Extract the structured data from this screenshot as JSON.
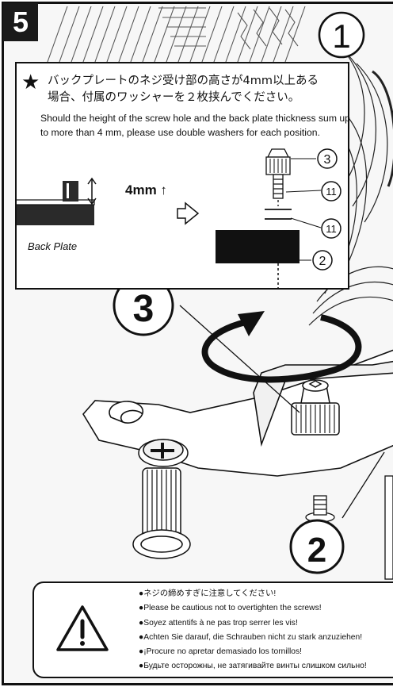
{
  "step": {
    "number": "5"
  },
  "callouts": {
    "top_right": "1",
    "screw_left": "3",
    "bottom": "2",
    "part_screw": "3",
    "part_washer_1": "11",
    "part_washer_2": "11",
    "part_backplate": "2"
  },
  "note": {
    "star": "★",
    "jp_line1": "バックプレートのネジ受け部の高さが4mm以上ある",
    "jp_line2": "場合、付属のワッシャーを２枚挟んでください。",
    "en": "Should the height of the screw hole and the back plate thickness sum up to more than 4 mm, please use double washers for each position.",
    "height_label": "4mm ↑",
    "back_plate_label": "Back Plate"
  },
  "warning": {
    "lines": [
      "●ネジの締めすぎに注意してください!",
      "●Please be cautious not to overtighten the screws!",
      "●Soyez attentifs à ne pas trop serrer les vis!",
      "●Achten Sie darauf, die Schrauben nicht zu stark anzuziehen!",
      "●¡Procure no apretar demasiado los tornillos!",
      "●Будьте осторожны, не затягивайте винты слишком сильно!"
    ]
  },
  "colors": {
    "ink": "#111111",
    "paper": "#ffffff",
    "shade": "#f7f7f7"
  },
  "icons": [
    "star-icon",
    "warning-triangle-icon",
    "rotation-arrow-icon",
    "arrow-right-icon",
    "up-down-arrow-icon"
  ]
}
